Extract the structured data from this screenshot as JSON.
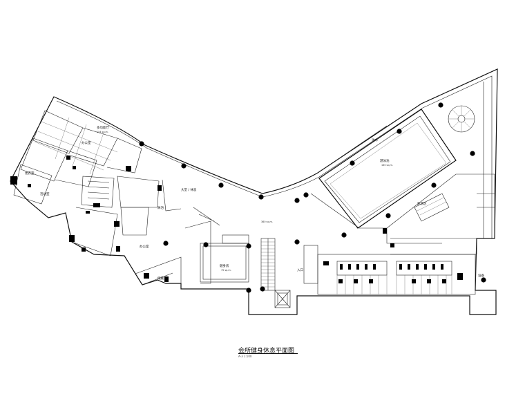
{
  "drawing": {
    "title": "会所健身休息平面图",
    "scale": "A-3  1:100"
  },
  "rooms": {
    "pool": {
      "name": "游泳池",
      "area": "160 sq.m."
    },
    "pool_top_label": "池水",
    "lobby": {
      "name": "大堂 / 休息",
      "area": ""
    },
    "center_area": "360 sq.m.",
    "office": {
      "name": "办公室",
      "area": ""
    },
    "left_room_1": "更衣室",
    "left_room_2": "活动室",
    "left_room_3": "办公室",
    "left_room_4": "储藏",
    "upper_room": {
      "name": "多功能厅",
      "area": "154 sq.m."
    },
    "bath": "淋浴",
    "right_room": "休息区",
    "right_room_2": "设备",
    "fitness": {
      "name": "健身房",
      "area": "75 sq.m."
    },
    "entrance": "入口"
  }
}
